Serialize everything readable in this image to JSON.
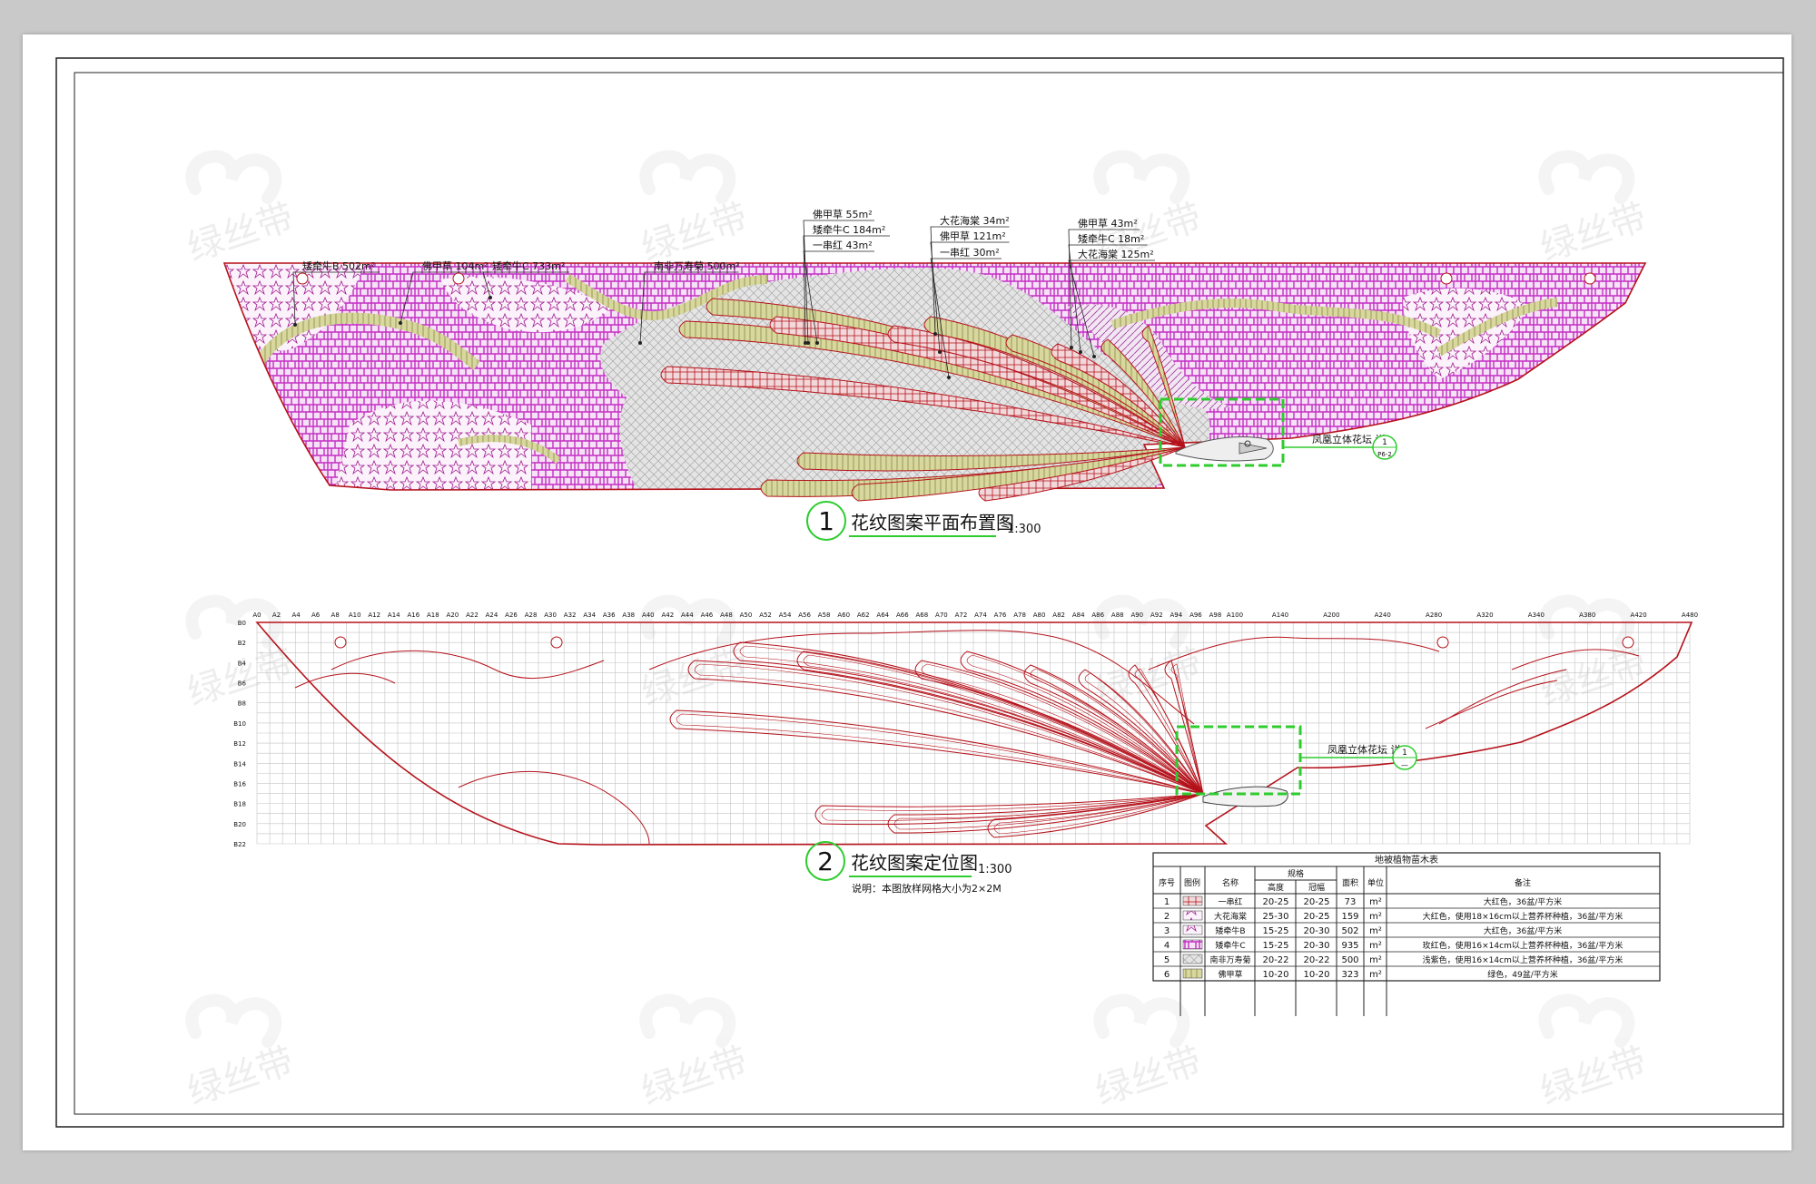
{
  "watermark": {
    "text": "绿丝带"
  },
  "plan": {
    "callouts": [
      {
        "name": "矮牵牛B",
        "area": "502m²"
      },
      {
        "name": "佛甲草",
        "area": "104m²"
      },
      {
        "name": "矮牵牛C",
        "area": "733m²"
      },
      {
        "name": "南非万寿菊",
        "area": "500m²"
      },
      {
        "name": "佛甲草",
        "area": "55m²"
      },
      {
        "name": "矮牵牛C",
        "area": "184m²"
      },
      {
        "name": "一串红",
        "area": "43m²"
      },
      {
        "name": "大花海棠",
        "area": "34m²"
      },
      {
        "name": "佛甲草",
        "area": "121m²"
      },
      {
        "name": "一串红",
        "area": "30m²"
      },
      {
        "name": "佛甲草",
        "area": "43m²"
      },
      {
        "name": "矮牵牛C",
        "area": "18m²"
      },
      {
        "name": "大花海棠",
        "area": "125m²"
      }
    ],
    "detail_label": "凤凰立体花坛  详",
    "detail_ref_top": "1",
    "detail_ref_bottom": "P6-2",
    "number": "1",
    "title": "花纹图案平面布置图",
    "scale": "1:300"
  },
  "grid_plan": {
    "x_labels": [
      "A0",
      "A2",
      "A4",
      "A6",
      "A8",
      "A10",
      "A12",
      "A14",
      "A16",
      "A18",
      "A20",
      "A22",
      "A24",
      "A26",
      "A28",
      "A30",
      "A32",
      "A34",
      "A36",
      "A38",
      "A40",
      "A42",
      "A44",
      "A46",
      "A48",
      "A50",
      "A52",
      "A54",
      "A56",
      "A58",
      "A60",
      "A62",
      "A64",
      "A66",
      "A68",
      "A70",
      "A72",
      "A74",
      "A76",
      "A78",
      "A80",
      "A82",
      "A84",
      "A86",
      "A88",
      "A90",
      "A92",
      "A94",
      "A96",
      "A98",
      "A100"
    ],
    "x_labels_far": [
      "A140",
      "A200",
      "A240",
      "A280",
      "A320",
      "A340",
      "A380",
      "A420",
      "A480"
    ],
    "y_labels": [
      "B0",
      "B2",
      "B4",
      "B6",
      "B8",
      "B10",
      "B12",
      "B14",
      "B16",
      "B18",
      "B20",
      "B22"
    ],
    "detail_label": "凤凰立体花坛  详",
    "detail_ref_top": "1",
    "detail_ref_bottom": "—",
    "number": "2",
    "title": "花纹图案定位图",
    "scale": "1:300",
    "note": "说明：本图放样网格大小为2×2M"
  },
  "table": {
    "title": "地被植物苗木表",
    "headers": {
      "seq": "序号",
      "legend": "图例",
      "name": "名称",
      "spec": "规格",
      "height": "高度",
      "width": "冠幅",
      "area": "面积",
      "unit": "单位",
      "remark": "备注"
    },
    "rows": [
      {
        "seq": "1",
        "name": "一串红",
        "height": "20-25",
        "width": "20-25",
        "area": "73",
        "unit": "m²",
        "remark": "大红色，36盆/平方米"
      },
      {
        "seq": "2",
        "name": "大花海棠",
        "height": "25-30",
        "width": "20-25",
        "area": "159",
        "unit": "m²",
        "remark": "大红色，使用18×16cm以上营养杯种植，36盆/平方米"
      },
      {
        "seq": "3",
        "name": "矮牵牛B",
        "height": "15-25",
        "width": "20-30",
        "area": "502",
        "unit": "m²",
        "remark": "大红色，36盆/平方米"
      },
      {
        "seq": "4",
        "name": "矮牵牛C",
        "height": "15-25",
        "width": "20-30",
        "area": "935",
        "unit": "m²",
        "remark": "玫红色，使用16×14cm以上营养杯种植，36盆/平方米"
      },
      {
        "seq": "5",
        "name": "南非万寿菊",
        "height": "20-22",
        "width": "20-22",
        "area": "500",
        "unit": "m²",
        "remark": "浅紫色，使用16×14cm以上营养杯种植，36盆/平方米"
      },
      {
        "seq": "6",
        "name": "佛甲草",
        "height": "10-20",
        "width": "10-20",
        "area": "323",
        "unit": "m²",
        "remark": "绿色，49盆/平方米"
      }
    ]
  },
  "colors": {
    "magenta": "#c32fc3",
    "olive": "#c6c787",
    "gray_fill": "#dcdcdc",
    "outline_red": "#b5121b",
    "highlight_green": "#2ecc2e",
    "grid": "#bdbdbd"
  }
}
